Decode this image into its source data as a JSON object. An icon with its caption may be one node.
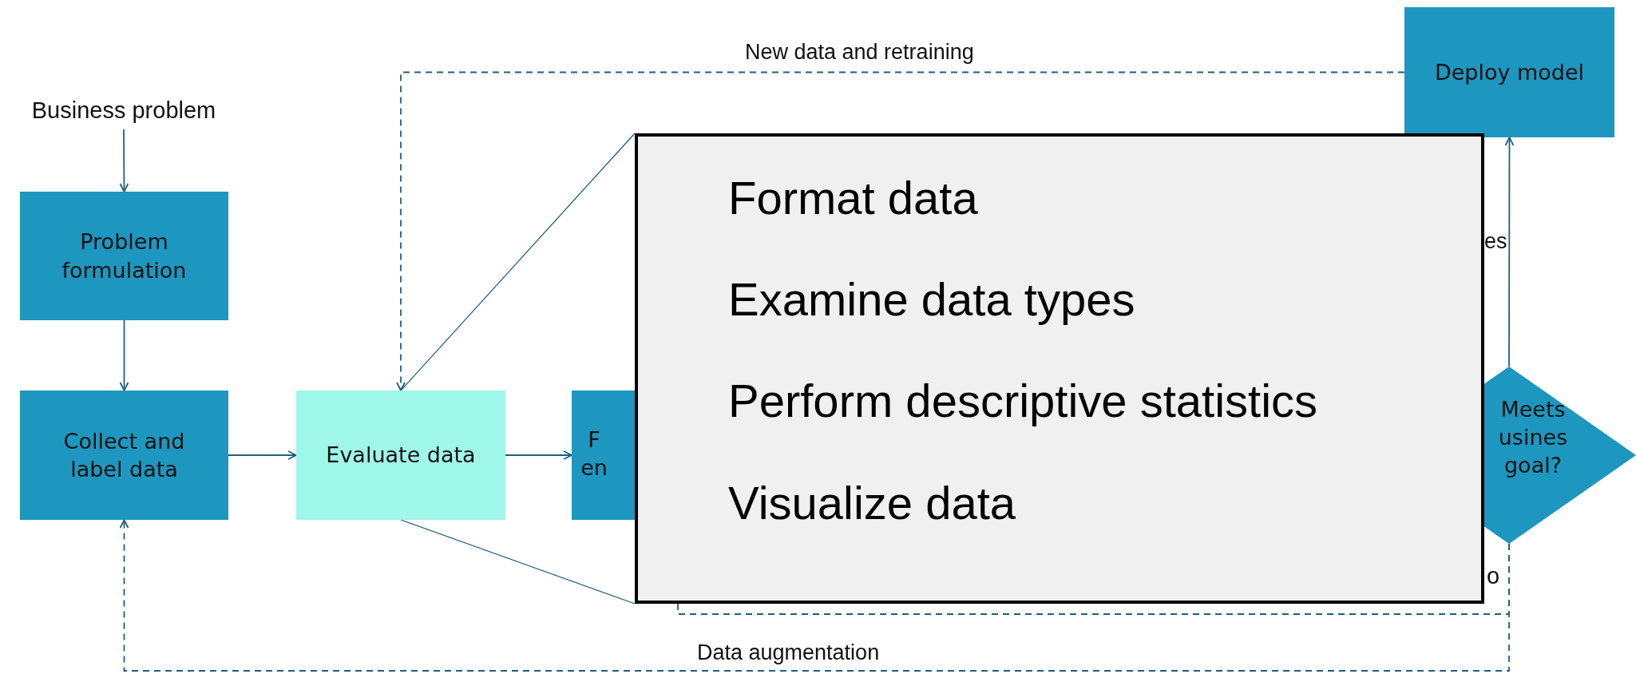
{
  "diagram": {
    "nodes": [
      {
        "text": [
          "Business problem"
        ]
      },
      {
        "text": [
          "Problem formulation"
        ]
      },
      {
        "text": [
          "Collect and label data"
        ]
      },
      {
        "text": [
          "Evaluate data"
        ]
      },
      {
        "text": [
          "F en"
        ]
      },
      {
        "text": [
          "Deploy model"
        ]
      },
      {
        "text": [
          "Meets usines goal?"
        ]
      },
      {
        "text": [
          "Format data",
          "Examine data types",
          "Perform descriptive statistics",
          "Visualize data"
        ]
      }
    ],
    "edges": [
      {
        "from": 0,
        "to": 1,
        "arrow": "to"
      },
      {
        "from": 1,
        "to": 2,
        "arrow": "to"
      },
      {
        "from": 2,
        "to": 3,
        "arrow": "to"
      },
      {
        "from": 3,
        "to": 4,
        "arrow": "to"
      },
      {
        "from": 6,
        "to": 5,
        "arrow": "to",
        "label": "es"
      },
      {
        "from": 5,
        "to": 3,
        "arrow": "to",
        "style": "dashed",
        "label": "New data and retraining"
      },
      {
        "from": 6,
        "to": 2,
        "arrow": "to",
        "style": "dashed",
        "label": "Data augmentation"
      },
      {
        "from": 6,
        "to": 7,
        "arrow": "none",
        "style": "dashed"
      },
      {
        "from": 7,
        "to": 3,
        "arrow": "none"
      },
      {
        "from": 7,
        "to": 3,
        "arrow": "none"
      }
    ],
    "labels": [
      "o"
    ]
  }
}
